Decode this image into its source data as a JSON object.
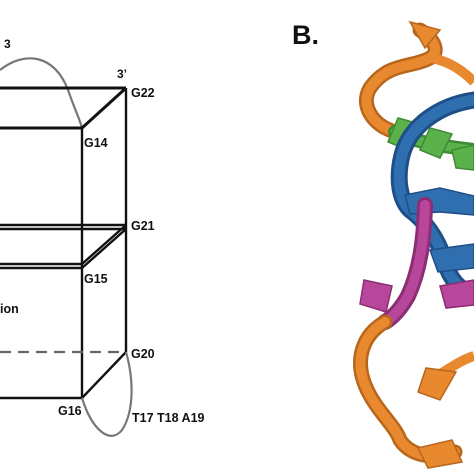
{
  "figure": {
    "panel_b_label": "B.",
    "panel_a": {
      "prime_3": "3’",
      "loop_top_number": "3",
      "fragment_label": "ion",
      "labels": {
        "g22": "G22",
        "g14": "G14",
        "g21": "G21",
        "g15": "G15",
        "g20": "G20",
        "g16": "G16",
        "loop_t17_t18_a19": "T17 T18 A19"
      }
    },
    "panel_b": {
      "colors": {
        "orange": "#E8892F",
        "blue": "#2F6FB0",
        "green": "#5BB24A",
        "magenta": "#B8479B",
        "dark_blue": "#1E4F86",
        "dark_orange": "#B9661D",
        "dark_magenta": "#8B2E73",
        "dark_green": "#3F8A35"
      }
    },
    "line_colors": {
      "black": "#111111",
      "grey_loop": "#777777",
      "dash": "#666666"
    }
  }
}
